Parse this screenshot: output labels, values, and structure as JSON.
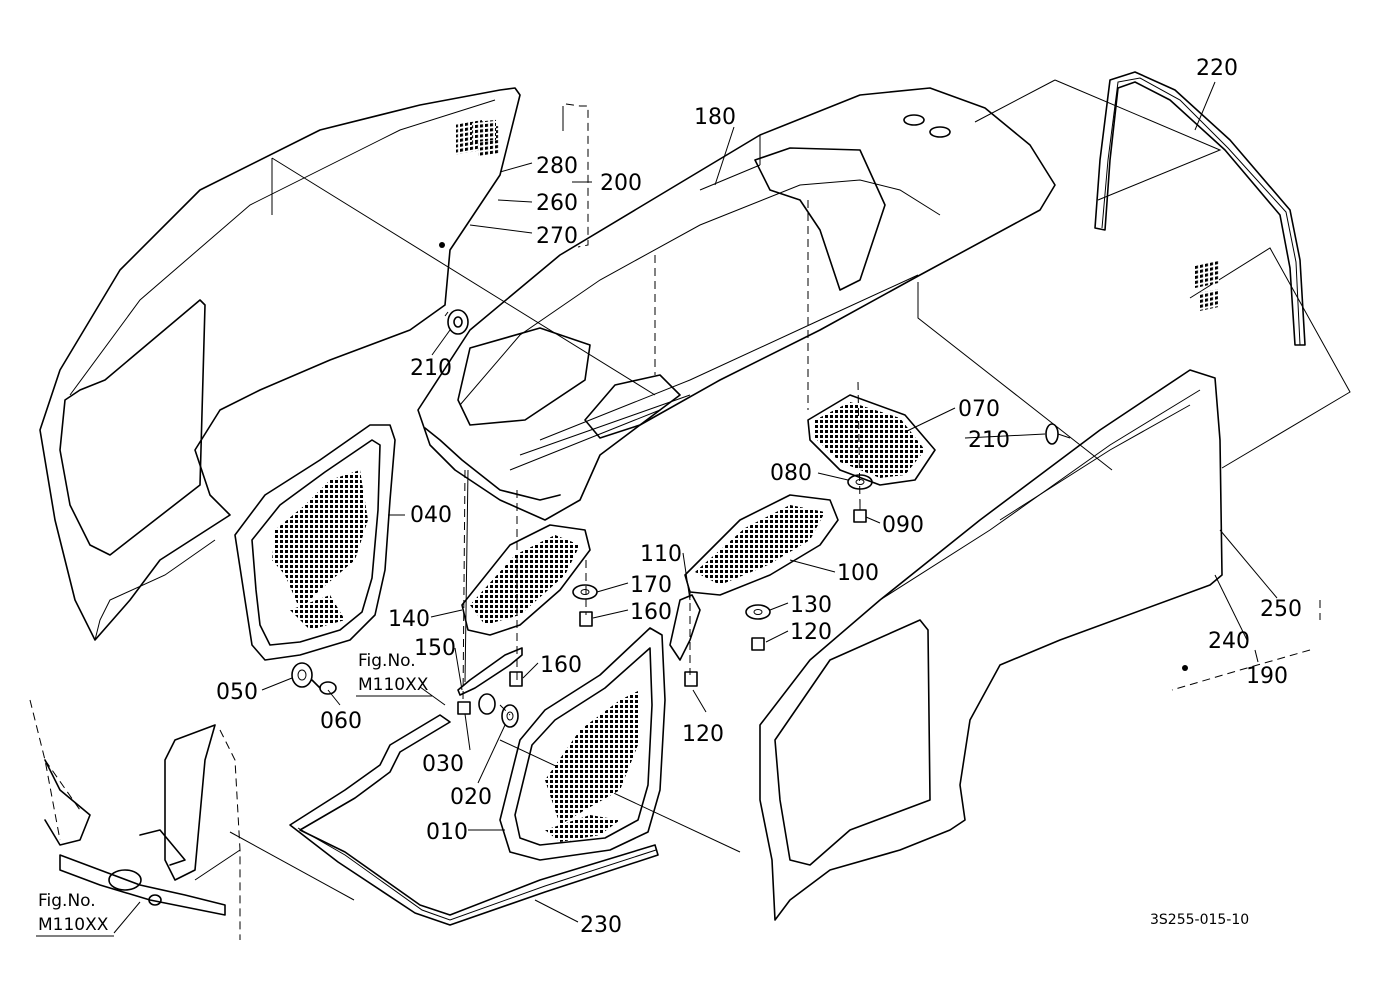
{
  "drawing_code": "3S255-015-10",
  "figure_refs": [
    {
      "line1": "Fig.No.",
      "line2": "M110XX"
    },
    {
      "line1": "Fig.No.",
      "line2": "M110XX"
    }
  ],
  "parts": [
    "010",
    "020",
    "030",
    "040",
    "050",
    "060",
    "070",
    "080",
    "090",
    "100",
    "110",
    "120",
    "120",
    "130",
    "140",
    "150",
    "160",
    "160",
    "170",
    "180",
    "190",
    "200",
    "210",
    "210",
    "220",
    "230",
    "240",
    "250",
    "260",
    "270",
    "280"
  ],
  "colors": {
    "ink": "#000000",
    "paper": "#ffffff"
  }
}
